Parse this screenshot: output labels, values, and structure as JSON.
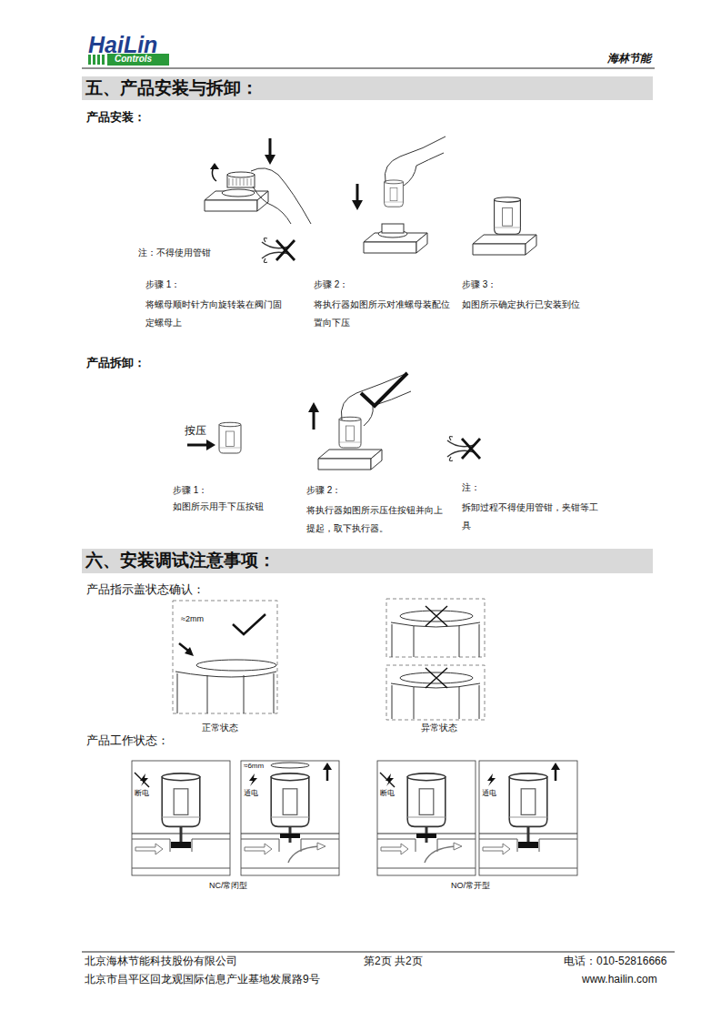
{
  "diagram": {
    "nodes": [
      {
        "text": [
          "五、产品安装与拆卸："
        ]
      },
      {
        "text": [
          "六、安装调试注意事项："
        ]
      }
    ],
    "labels": [
      "HaiLin",
      "Controls",
      "海林节能",
      "产品安装：",
      "注：不得使用管钳",
      "步骤 1：",
      "将螺母顺时针方向旋转装在阀门固定螺母上",
      "步骤 2：",
      "将执行器如图所示对准螺母装配位置向下压",
      "步骤 3：",
      "如图所示确定执行已安装到位",
      "产品拆卸：",
      "按压",
      "步骤 1：",
      "如图所示用手下压按钮",
      "步骤 2：",
      "将执行器如图所示压住按钮并向上提起，取下执行器。",
      "注：",
      "拆卸过程不得使用管钳，夹钳等工具",
      "产品指示盖状态确认：",
      "≈2mm",
      "正常状态",
      "异常状态",
      "产品工作状态：",
      "断电",
      "≈6mm",
      "通电",
      "断电",
      "通电",
      "NC/常闭型",
      "NO/常开型",
      "北京海林节能科技股份有限公司",
      "第2页 共2页",
      "电话：010-52816666",
      "北京市昌平区回龙观国际信息产业基地发展路9号",
      "www.hailin.com"
    ]
  }
}
